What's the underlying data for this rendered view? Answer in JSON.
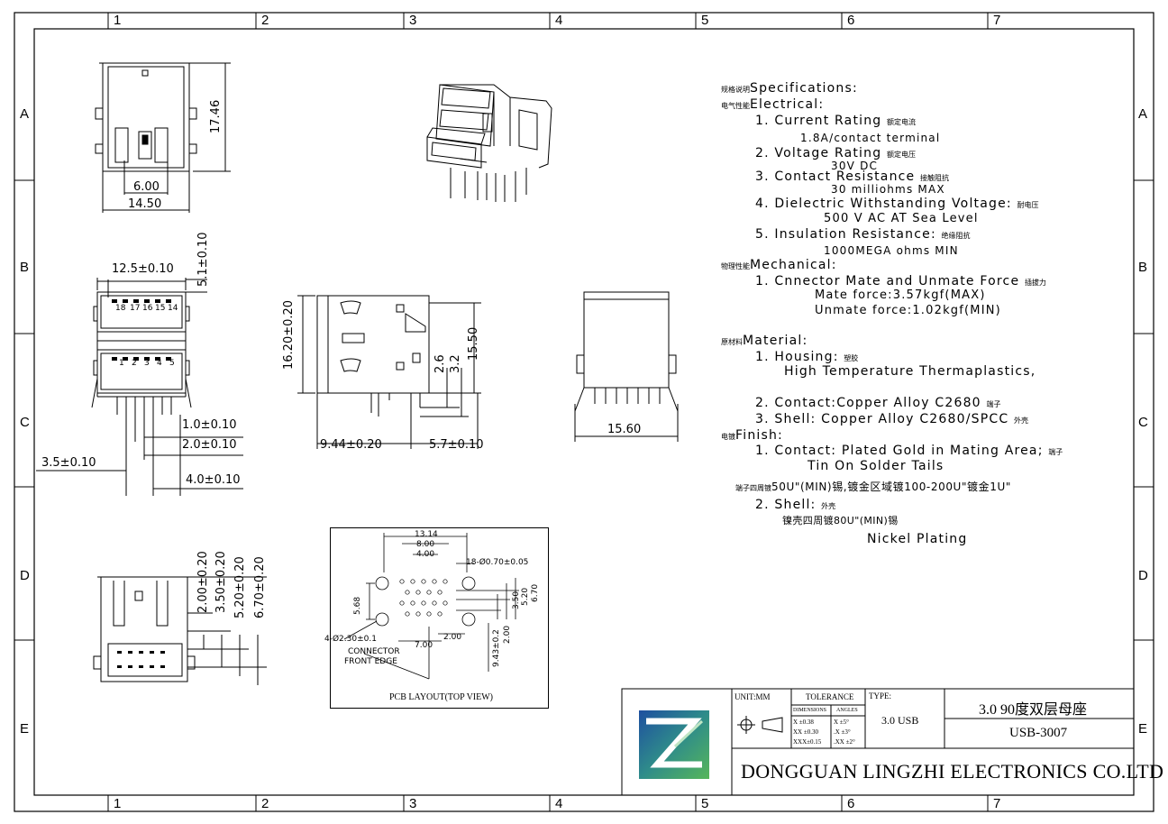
{
  "frame": {
    "columns": [
      "1",
      "2",
      "3",
      "4",
      "5",
      "6",
      "7"
    ],
    "rows": [
      "A",
      "B",
      "C",
      "D",
      "E"
    ]
  },
  "specs": {
    "title_cn": "规格说明",
    "title": "Specifications:",
    "electrical_cn": "电气性能",
    "electrical": "Electrical:",
    "current_cn": "额定电流",
    "current": "1.  Current Rating",
    "current_value": "1.8A/contact terminal",
    "voltage_cn": "额定电压",
    "voltage": "2.  Voltage Rating",
    "voltage_value": "30V DC",
    "resistance_cn": "接触阻抗",
    "resistance": "3.  Contact Resistance",
    "resistance_value": "30 milliohms MAX",
    "dielectric_cn": "耐电压",
    "dielectric": "4.  Dielectric Withstanding Voltage:",
    "dielectric_value": "500 V AC AT Sea Level",
    "insulation_cn": "绝缘阻抗",
    "insulation": "5.  Insulation Resistance:",
    "insulation_value": "1000MEGA ohms MIN",
    "mechanical_cn": "物理性能",
    "mechanical": "Mechanical:",
    "mate_cn": "插拔力",
    "mate": "1.  Cnnector Mate and Unmate Force",
    "mate_value": "Mate force:3.57kgf(MAX)",
    "unmate_value": "Unmate force:1.02kgf(MIN)",
    "material_cn": "原材料",
    "material": "Material:",
    "housing_cn": "塑胶",
    "housing": "1.  Housing:",
    "housing_value": "High Temperature  Thermaplastics,",
    "contact_cn": "端子",
    "contact": "2.  Contact:Copper Alloy C2680",
    "shell_cn": "外壳",
    "shell": "3.  Shell: Copper Alloy C2680/SPCC",
    "finish_cn": "电镀",
    "finish": "Finish:",
    "finish_contact_cn": "端子",
    "finish_contact": "1.  Contact: Plated Gold in Mating Area;",
    "finish_contact_value": "Tin On Solder Tails",
    "finish_plating_cn": "端子四周镀",
    "finish_plating": "50U\"(MIN)锡,镀金区域镀100-200U\"镀金1U\"",
    "finish_shell_cn": "外壳",
    "finish_shell": "2.  Shell:",
    "finish_shell_plating": "镍壳四周镀80U\"(MIN)锡",
    "finish_nickel": "Nickel Plating"
  },
  "dims_front": {
    "height": "17.46",
    "inner": "6.00",
    "width": "14.50"
  },
  "dims_pinview": {
    "top": "5.1±0.10",
    "width": "12.5±0.10",
    "pitch1": "1.0±0.10",
    "pitch2": "2.0±0.10",
    "offset": "3.5±0.10",
    "pitch4": "4.0±0.10",
    "pin_labels_top": [
      "18",
      "17",
      "16",
      "15",
      "14"
    ],
    "pin_labels_bottom": [
      "1",
      "2",
      "3",
      "4",
      "5"
    ]
  },
  "dims_side": {
    "height": "16.20±0.20",
    "h155": "15.50",
    "h26": "2.6",
    "h32": "3.2",
    "depth": "9.44±0.20",
    "tail": "5.7±0.10"
  },
  "dims_back": {
    "width": "15.60"
  },
  "dims_bottom": {
    "d1": "2.00±0.20",
    "d2": "3.50±0.20",
    "d3": "5.20±0.20",
    "d4": "6.70±0.20"
  },
  "pcb": {
    "w1": "13.14",
    "w2": "8.00",
    "w3": "4.00",
    "hole_spec": "18-Ø0.70±0.05",
    "h1": "5.68",
    "big_hole": "4-Ø2.30±0.1",
    "connector_label": "CONNECTOR",
    "front_edge": "FRONT EDGE",
    "d700": "7.00",
    "d200": "2.00",
    "d943": "9.43±0.2",
    "d200v": "2.00",
    "r350": "3.50",
    "r520": "5.20",
    "r670": "6.70",
    "caption": "PCB LAYOUT(TOP VIEW)"
  },
  "title_block": {
    "unit": "UNIT:MM",
    "tolerance": "TOLERANCE",
    "dimensions": "DIMENSIONS",
    "angles": "ANGLES",
    "tol_rows": [
      [
        "X  ±0.38",
        "X  ±5°"
      ],
      [
        "XX  ±0.30",
        ".X  ±3°"
      ],
      [
        "XXX±0.15",
        ".XX ±2°"
      ]
    ],
    "type_label": "TYPE:",
    "type_value": "3.0 USB",
    "product_name": "3.0 90度双层母座",
    "part_number": "USB-3007",
    "company": "DONGGUAN LINGZHI ELECTRONICS CO.LTD",
    "logo_colors": [
      "#1e4fa0",
      "#2f9c4a",
      "#56b65a"
    ]
  }
}
